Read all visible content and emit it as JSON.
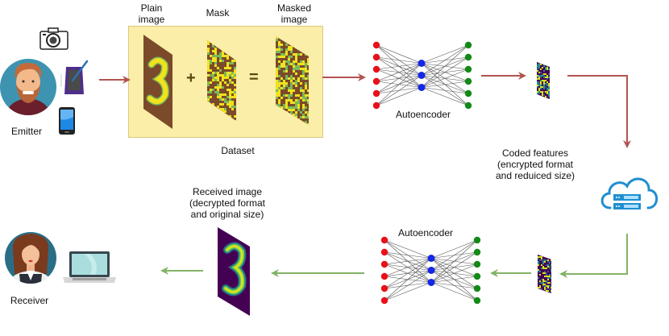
{
  "title": "Autoencoder-based image encryption and transmission pipeline",
  "emitter": {
    "label": "Emitter",
    "devices": [
      "camera-icon",
      "tablet-pen-icon",
      "smartphone-icon"
    ]
  },
  "dataset": {
    "label": "Dataset",
    "plain_image_label": "Plain image",
    "mask_label": "Mask",
    "masked_image_label": "Masked image",
    "plus_symbol": "+",
    "equals_symbol": "=",
    "digit_shown": "3"
  },
  "encoder": {
    "label": "Autoencoder",
    "layers": [
      6,
      3,
      6
    ],
    "colors": {
      "input": "#e8101a",
      "latent": "#1426e6",
      "output": "#138a18"
    }
  },
  "coded_features": {
    "label_lines": [
      "Coded features",
      "(encrypted format",
      "and reduiced size)"
    ]
  },
  "cloud": {
    "icon": "cloud-server-icon",
    "color": "#1f8fd0"
  },
  "decoder": {
    "label": "Autoencoder",
    "layers": [
      6,
      3,
      6
    ]
  },
  "received_image": {
    "label_lines": [
      "Received image",
      "(decrypted format",
      "and original size)"
    ],
    "digit_shown": "3"
  },
  "receiver": {
    "label": "Receiver",
    "devices": [
      "laptop-icon"
    ]
  },
  "colors": {
    "send_arrow": "#b25450",
    "receive_arrow": "#82b366",
    "dataset_bg": "#fbeea8",
    "image_brown": "#7b4a2a",
    "image_yellow": "#f0e21c",
    "image_green": "#7ab85a",
    "viridis_dark": "#440154",
    "viridis_yellow": "#d8e219"
  }
}
